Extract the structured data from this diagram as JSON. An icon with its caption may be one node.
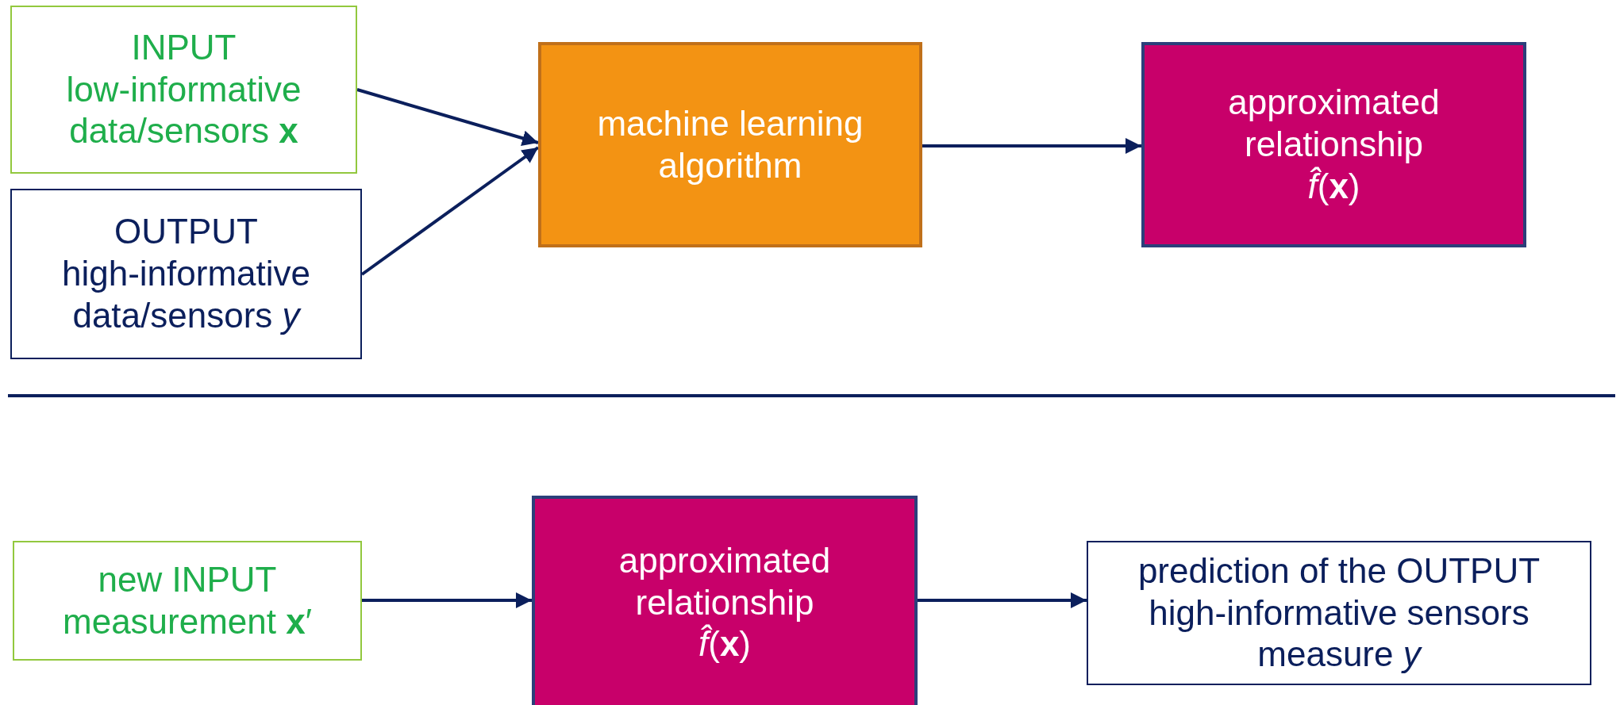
{
  "diagram": {
    "nodes": [
      {
        "text": [
          "INPUT low-informative data/sensors **x**"
        ]
      },
      {
        "text": [
          "OUTPUT high-informative data/sensors *y*"
        ]
      },
      {
        "text": [
          "machine learning algorithm"
        ]
      },
      {
        "text": [
          "approximated relationship",
          "*f̂*(**x**)"
        ]
      },
      {
        "text": [
          "new INPUT measurement **x**′"
        ]
      },
      {
        "text": [
          "approximated relationship",
          "*f̂*(**x**)"
        ]
      },
      {
        "text": [
          "prediction of the OUTPUT high-informative sensors measure *y*"
        ]
      }
    ],
    "edges": [
      {
        "from": 0,
        "to": 2,
        "arrow": "to"
      },
      {
        "from": 1,
        "to": 2,
        "arrow": "to"
      },
      {
        "from": 2,
        "to": 3,
        "arrow": "to"
      },
      {
        "from": 4,
        "to": 5,
        "arrow": "to"
      },
      {
        "from": 5,
        "to": 6,
        "arrow": "to"
      }
    ]
  }
}
